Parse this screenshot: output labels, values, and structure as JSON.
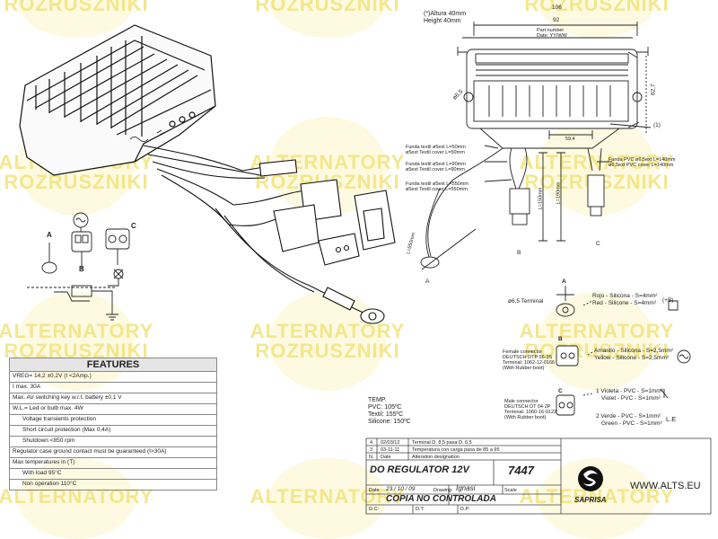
{
  "watermark": {
    "line1": "ALTERNATORY",
    "line2": "ROZRUSZNIKI"
  },
  "dimensions": {
    "height_note_1": "(*)Altura 40mm",
    "height_note_2": "Height 40mm",
    "width_106": "106",
    "width_92": "92",
    "height_62_7": "62,7",
    "hole": "ø6,5",
    "part_number_label": "Part number",
    "date_label": "Date: YY/WW",
    "note_1": "(1)",
    "dim_59_4": "59,4"
  },
  "cables": {
    "funda_50": "Funda textil ø5ext L=50mm",
    "cover_50": "ø5ext Textil cover L=50mm",
    "funda_90": "Funda textil ø5ext L=90mm",
    "cover_90": "ø5ext Textil cover L=90mm",
    "funda_550": "Funda textil ø5ext L=550mm",
    "cover_550": "ø5ext Textil cover L=550mm",
    "funda_pvc": "Funda PVC ø6,5ext L=140mm",
    "cover_pvc": "ø6,5ext PVC cover L=140mm",
    "l550": "L=550mm",
    "l150": "L=150mm",
    "l190": "L=190mm",
    "label_a": "A",
    "label_b": "B",
    "label_c": "C"
  },
  "schematic": {
    "label_a": "A",
    "label_b": "B",
    "label_c": "C"
  },
  "connectors": {
    "a_terminal": "ø6,5 Terminal",
    "a_label": "A",
    "a_es": "Rojo - Silicona - S=4mm²",
    "a_en": "Red - Silicone - S=4mm²",
    "a_sign": "(+B)",
    "b_label": "B",
    "b_desc1": "Female connector",
    "b_desc2": "DEUTSCH DTP 06-3S",
    "b_desc3": "Terminal: 1062-12-0166",
    "b_desc4": "(With Rubber boot)",
    "b_es": "Amarillo - Silicona - S=2,5mm²",
    "b_en": "Yellow - Silicone - S=2,5mm²",
    "c_label": "C",
    "c_desc1": "Male connector",
    "c_desc2": "DEUTSCH DT 04-2P",
    "c_desc3": "Terminal: 1060-16-0122",
    "c_desc4": "(With Rubber boot)",
    "c_1_es": "1 Violeta - PVC - S=1mm²",
    "c_1_en": "Violet - PVC - S=1mm²",
    "c_2_es": "2 Verde - PVC - S=1mm²",
    "c_2_en": "Green - PVC - S=1mm²",
    "c_le": "L.E"
  },
  "features": {
    "title": "FEATURES",
    "rows": [
      "VREG= 14,2 ±0,2V (I <2Amp.)",
      "I max. 30A",
      "Max. AV switching key w.r.t. battery  ±0,1 V",
      "W.L.= Led or bulb max. 4W",
      "Voltage transients protection",
      "Short circuit protection (Max 0,4A)",
      "Shutdown <850 rpm",
      "Regulator case ground contact must be guaranteed (I>30A)",
      "Max temperatures in (T)",
      "With load 95°C",
      "Non operation 110°C"
    ]
  },
  "temp": {
    "title": "TEMP.",
    "pvc": "PVC: 105ºC",
    "textil": "Textil: 155ºC",
    "silicone": "Silicone: 150ºC"
  },
  "title_block": {
    "rev4_num": "4",
    "rev4_date": "02/03/12",
    "rev4_desc": "Terminal D. 8,5 pasa D. 6,5",
    "rev3_num": "3",
    "rev3_date": "03-11-11",
    "rev3_desc": "Temperatura con carga pasa de 85 a 95",
    "hdr_num": "N.",
    "hdr_date": "Date",
    "hdr_desc": "Alteration designation",
    "title": "DO REGULATOR 12V",
    "part_no": "7447",
    "date_label": "Date",
    "date_value": "23 / 10 / 09",
    "drawing_label": "Drawing",
    "drawing_value": "Ignasi",
    "scale_label": "Scale",
    "copy_notice": "COPIA NO CONTROLADA",
    "dc": "D.C:",
    "dt": "D.T:",
    "dp": "D.P:",
    "brand": "SAPRISA",
    "website": "WWW.ALTS.EU"
  }
}
